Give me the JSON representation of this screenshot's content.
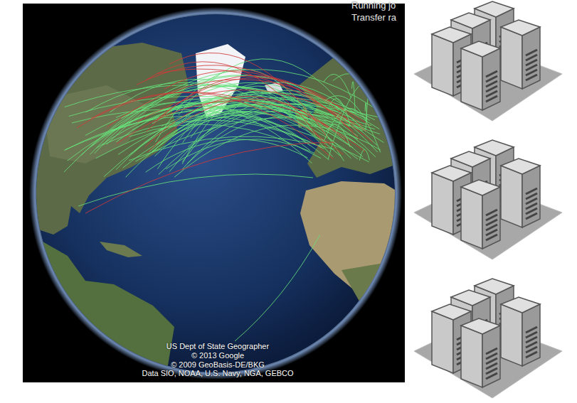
{
  "diagram": {
    "labels": [
      "Running jo",
      "Transfer ra",
      "US Dept of State Geographer",
      "© 2013 Google",
      "© 2009 GeoBasis-DE/BKG",
      "Data SIO, NOAA, U.S. Navy, NGA, GEBCO"
    ]
  }
}
